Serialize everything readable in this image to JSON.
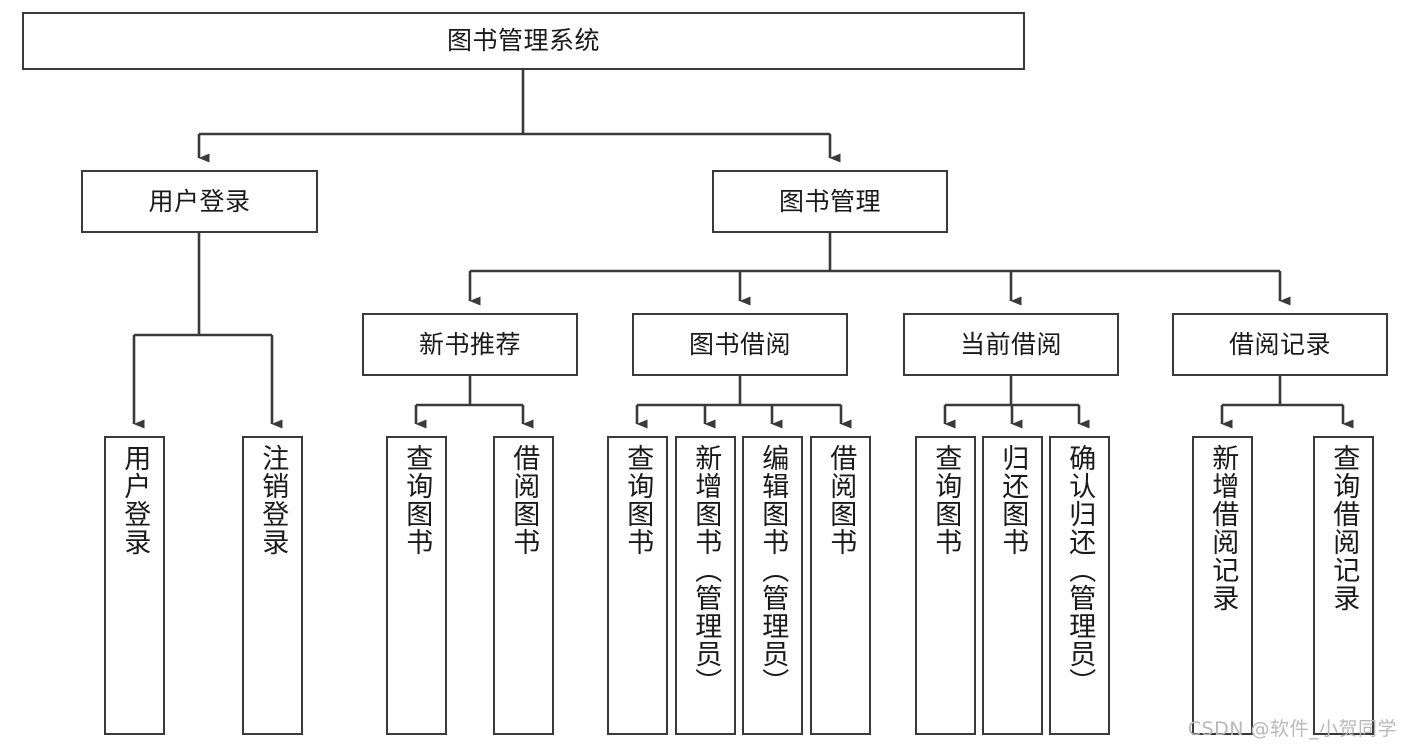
{
  "diagram": {
    "type": "tree",
    "title": "图书管理系统",
    "watermark": "CSDN @软件_小贺同学",
    "colors": {
      "box_border": "#3a3a3a",
      "box_fill": "#ffffff",
      "connector": "#3a3a3a",
      "text": "#1a1a1a",
      "watermark": "#b9b9b9",
      "background": "#ffffff"
    },
    "nodes": {
      "root": {
        "label": "图书管理系统"
      },
      "level2": [
        {
          "label": "用户登录"
        },
        {
          "label": "图书管理"
        }
      ],
      "level3": [
        {
          "label": "新书推荐"
        },
        {
          "label": "图书借阅"
        },
        {
          "label": "当前借阅"
        },
        {
          "label": "借阅记录"
        }
      ],
      "leaves": {
        "user_login": [
          {
            "label": "用户登录"
          },
          {
            "label": "注销登录"
          }
        ],
        "new_book_recommend": [
          {
            "label": "查询图书"
          },
          {
            "label": "借阅图书"
          }
        ],
        "book_borrow": [
          {
            "label": "查询图书"
          },
          {
            "label": "新增图书（管理员）"
          },
          {
            "label": "编辑图书（管理员）"
          },
          {
            "label": "借阅图书"
          }
        ],
        "current_borrow": [
          {
            "label": "查询图书"
          },
          {
            "label": "归还图书"
          },
          {
            "label": "确认归还（管理员）"
          }
        ],
        "borrow_record": [
          {
            "label": "新增借阅记录"
          },
          {
            "label": "查询借阅记录"
          }
        ]
      }
    }
  }
}
